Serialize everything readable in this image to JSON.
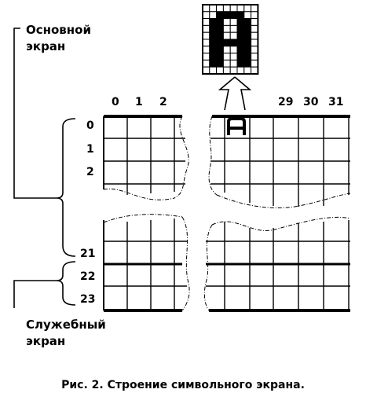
{
  "labels": {
    "main_screen_line1": "Основной",
    "main_screen_line2": "экран",
    "service_screen_line1": "Служебный",
    "service_screen_line2": "экран"
  },
  "columns": {
    "c0": "0",
    "c1": "1",
    "c2": "2",
    "c29": "29",
    "c30": "30",
    "c31": "31"
  },
  "rows": {
    "r0": "0",
    "r1": "1",
    "r2": "2",
    "r21": "21",
    "r22": "22",
    "r23": "23"
  },
  "glyph": {
    "char": "A",
    "matrix": [
      "00000000",
      "00111100",
      "01100110",
      "01100110",
      "01100110",
      "01111110",
      "01100110",
      "01100110",
      "01100110",
      "00000000"
    ]
  },
  "caption": "Рис. 2. Строение символьного экрана."
}
